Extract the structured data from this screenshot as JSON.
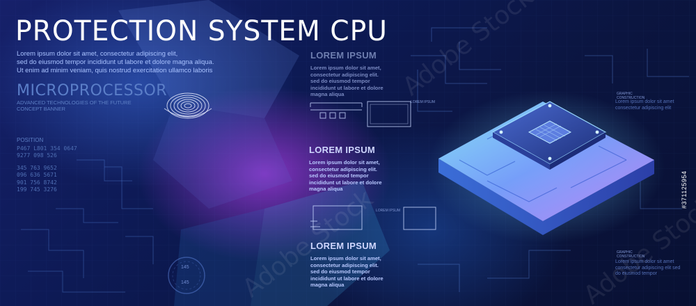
{
  "banner": {
    "title": "PROTECTION SYSTEM CPU",
    "intro_lines": [
      "Lorem ipsum dolor sit amet, consectetur adipiscing elit,",
      "sed do eiusmod tempor incididunt ut labore et dolore magna aliqua.",
      "Ut enim ad minim veniam, quis nostrud exercitation ullamco laboris"
    ],
    "subtitle": "MICROPROCESSOR",
    "subtitle_caption": "ADVANCED TECHNOLOGIES OF THE FUTURE CONCEPT BANNER",
    "position_label": "POSITION",
    "position_codes": [
      "P467 L801 354 0647",
      "9277 098 526"
    ],
    "number_rows_a": [
      "345 763 9652",
      "096 636 5671"
    ],
    "number_rows_b": [
      "901 756 8742",
      "199 745 3276"
    ],
    "accent_color": "#ffffff"
  },
  "text_blocks": [
    {
      "heading": "LOREM IPSUM",
      "lines": [
        "Lorem ipsum dolor sit amet,",
        "consectetur adipiscing elit.",
        "sed do eiusmod tempor",
        "incididunt ut labore et dolore",
        "magna aliqua"
      ]
    },
    {
      "heading": "LOREM IPSUM",
      "lines": [
        "Lorem ipsum dolor sit amet,",
        "consectetur adipiscing elit.",
        "sed do eiusmod tempor",
        "incididunt ut labore et dolore",
        "magna aliqua"
      ]
    },
    {
      "heading": "LOREM IPSUM",
      "lines": [
        "Lorem ipsum dolor sit amet,",
        "consectetur adipiscing elit.",
        "sed do eiusmod tempor",
        "incididunt ut labore et dolore",
        "magna aliqua"
      ]
    }
  ],
  "hud_labels": {
    "small_a": "LOREM IPSUM",
    "small_b": "LOREM IPSUM"
  },
  "right_panel": {
    "label_a": "GRAPHIC CONSTRUCTION",
    "text_a": "Lorem ipsum dolor sit amet consectetur adipiscing elit",
    "label_b": "GRAPHIC CONSTRUCTION",
    "text_b": "Lorem ipsum dolor sit amet consectetur adipiscing elit sed do eiusmod tempor"
  },
  "gauge": {
    "top_value": "145",
    "bottom_value": "145"
  },
  "stock": {
    "watermark": "Adobe Stock",
    "image_id": "#371125954"
  },
  "icons": [
    "fingerprint-icon",
    "cpu-chip-icon",
    "circuit-decoration-icon"
  ]
}
